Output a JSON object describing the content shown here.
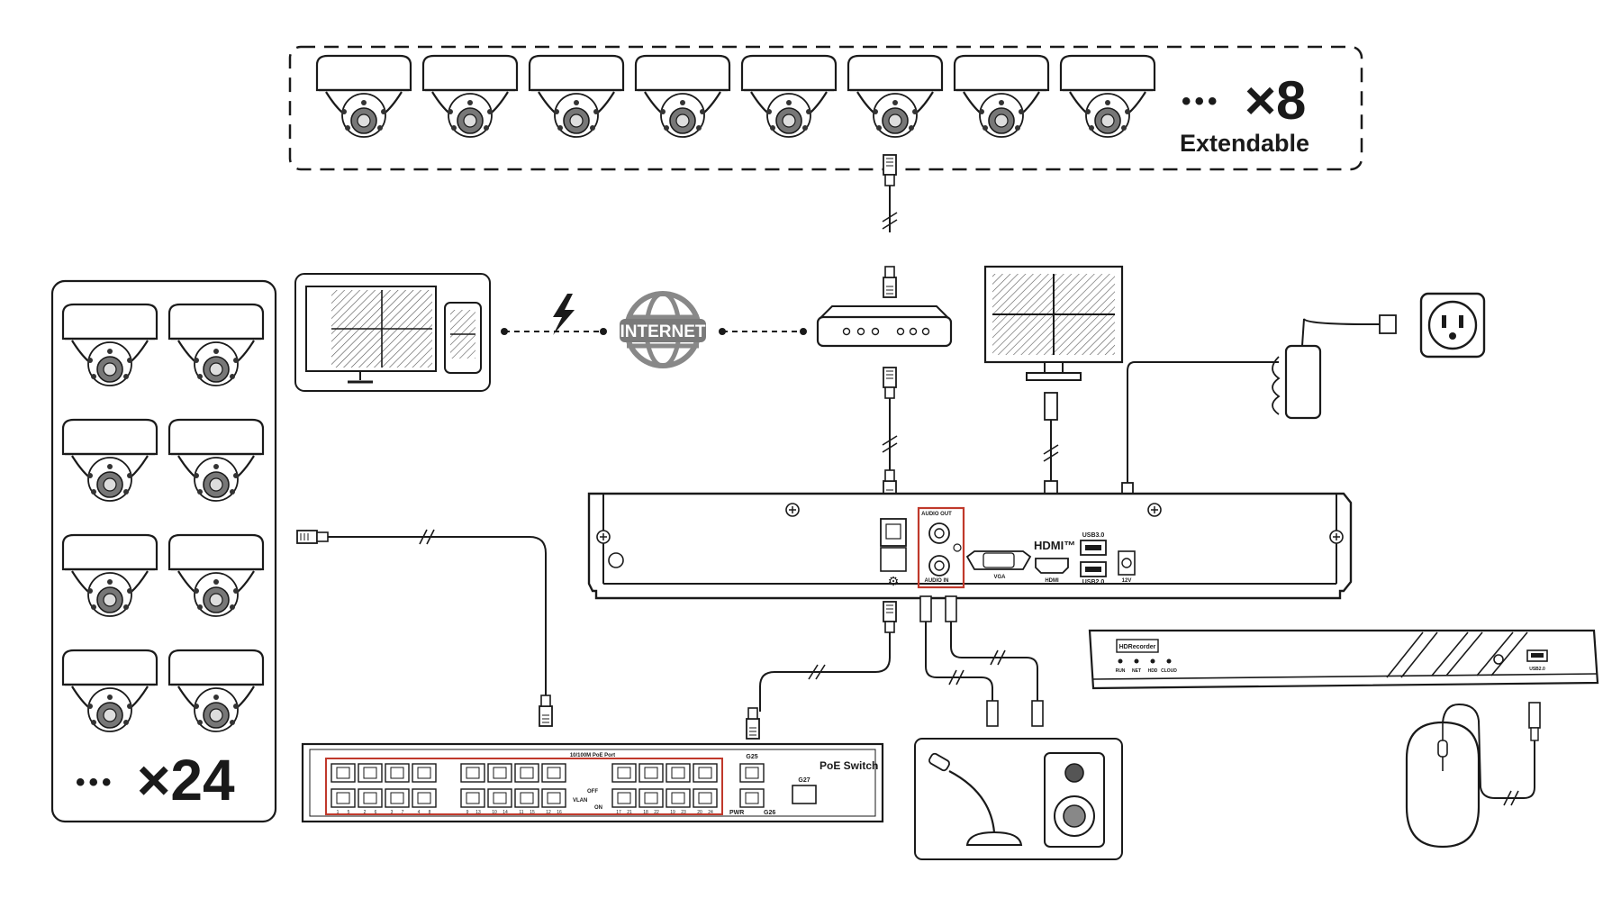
{
  "top_group": {
    "count_label": "×8",
    "dots": "•••",
    "subtitle": "Extendable"
  },
  "left_group": {
    "count_label": "×24",
    "dots": "•••"
  },
  "internet_label": "INTERNET",
  "nvr": {
    "audio_out": "AUDIO OUT",
    "audio_in": "AUDIO IN",
    "vga": "VGA",
    "hdmi_logo": "HDMI™",
    "hdmi": "HDMI",
    "usb3": "USB3.0",
    "usb2": "USB2.0",
    "dc": "12V"
  },
  "poe_switch": {
    "title": "PoE Switch",
    "header": "10/100M PoE Port",
    "g25": "G25",
    "g26": "G26",
    "g27": "G27",
    "pwr": "PWR",
    "vlan": "VLAN",
    "off": "OFF",
    "on": "ON",
    "ports_top": [
      "1",
      "2",
      "3",
      "4",
      "5",
      "6",
      "7",
      "8",
      "9",
      "10",
      "11",
      "12",
      "13",
      "14",
      "15",
      "16",
      "17",
      "18",
      "19",
      "20",
      "21",
      "22",
      "23",
      "24"
    ]
  },
  "recorder": {
    "brand": "HDRecorder",
    "leds": [
      "RUN",
      "NET",
      "HDD",
      "CLOUD"
    ],
    "usb": "USB2.0"
  },
  "colors": {
    "line": "#1a1a1a",
    "accent": "#c0392b",
    "gray": "#8a8a8a"
  }
}
